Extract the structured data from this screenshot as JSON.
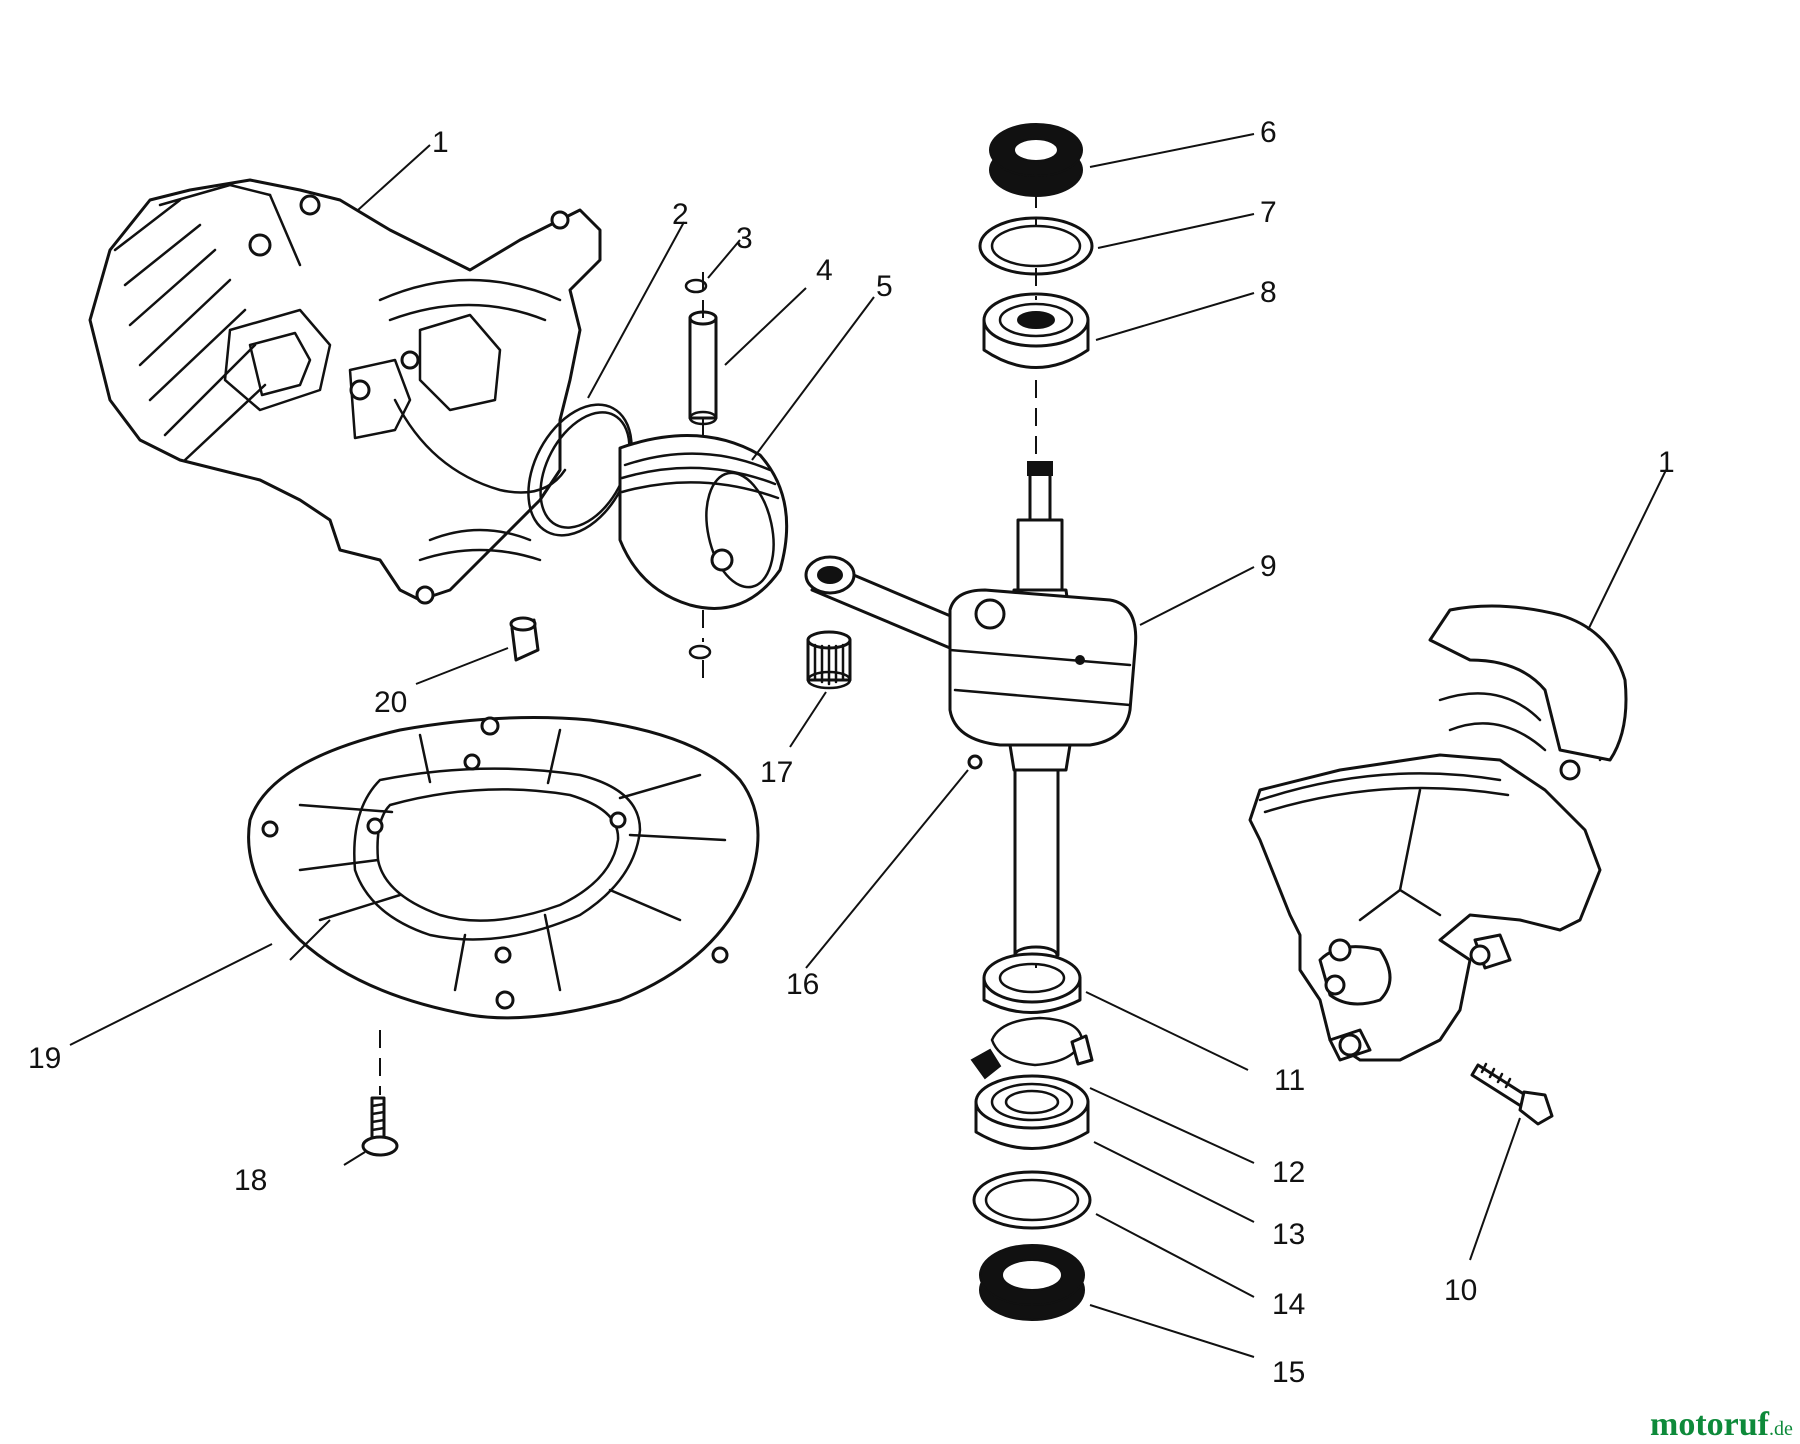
{
  "callouts": {
    "c1a": "1",
    "c1b": "1",
    "c2": "2",
    "c3": "3",
    "c4": "4",
    "c5": "5",
    "c6": "6",
    "c7": "7",
    "c8": "8",
    "c9": "9",
    "c10": "10",
    "c11": "11",
    "c12": "12",
    "c13": "13",
    "c14": "14",
    "c15": "15",
    "c16": "16",
    "c17": "17",
    "c18": "18",
    "c19": "19",
    "c20": "20"
  },
  "watermark": {
    "text": "motoruf",
    "suffix": ".de"
  },
  "colors": {
    "line": "#111111",
    "background": "#ffffff",
    "watermark": "#0e8a3a"
  }
}
